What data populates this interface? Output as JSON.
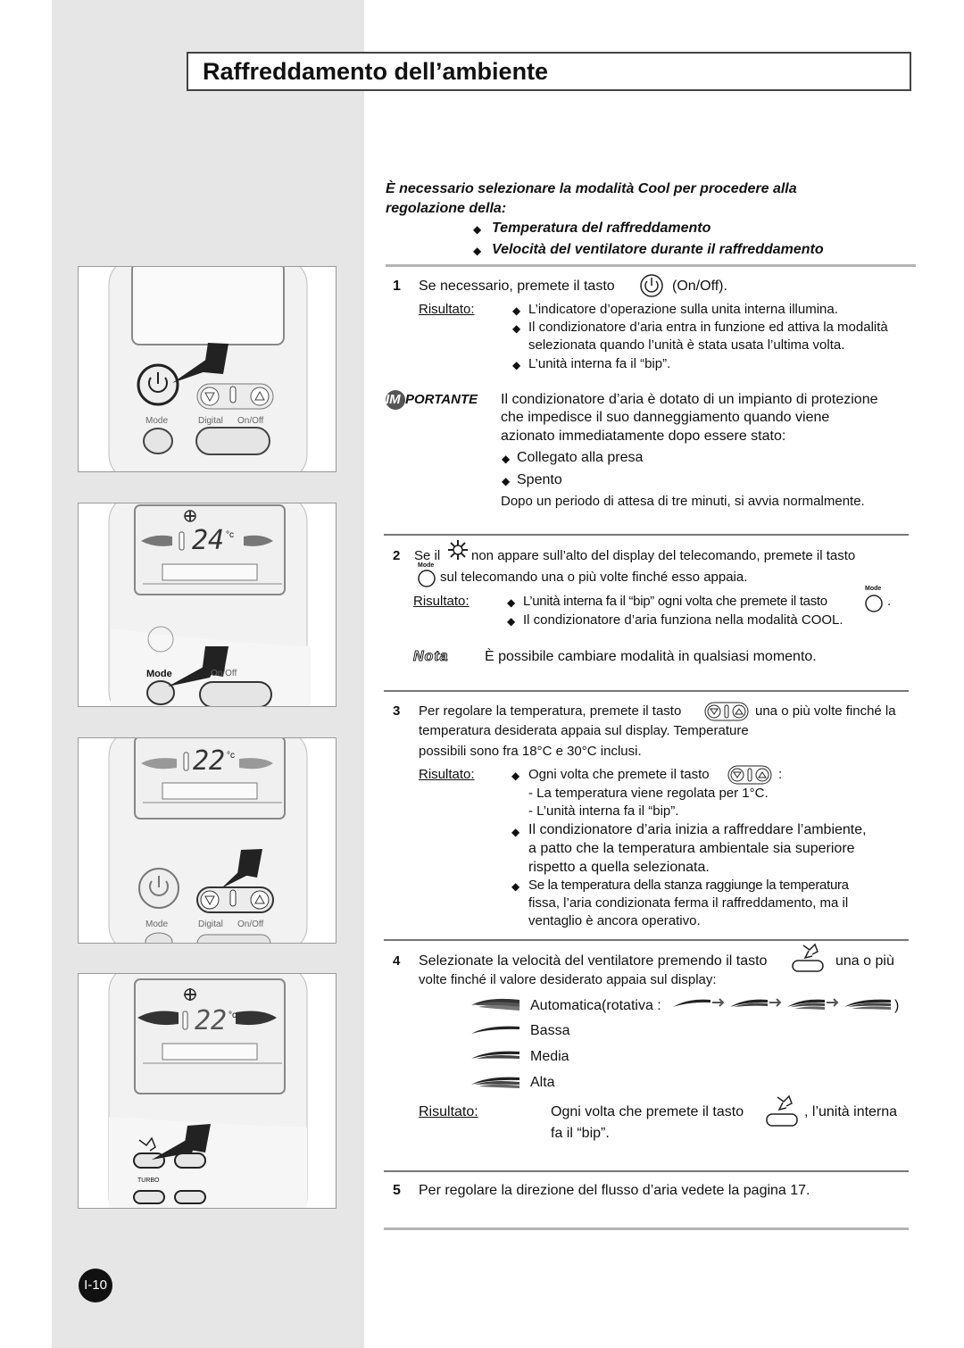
{
  "title": "Raffreddamento dell’ambiente",
  "intro": {
    "line1": "È necessario selezionare la modalità Cool per procedere alla",
    "line2": "regolazione della:",
    "bullets": [
      "Temperatura del raffreddamento",
      "Velocità del ventilatore durante il raffreddamento"
    ]
  },
  "steps": {
    "s1": {
      "num": "1",
      "text_a": "Se necessario, premete il tasto",
      "text_b": "(On/Off).",
      "result_label": "Risultato:",
      "results": [
        "L’indicatore d’operazione sulla unita interna illumina.",
        "Il condizionatore d’aria entra in funzione ed attiva la modalità",
        "selezionata quando l’unità è stata usata l’ultima volta.",
        "L’unità interna fa il “bip”."
      ]
    },
    "importante": {
      "badge_im": "IM",
      "badge_rest": "PORTANTE",
      "lines": [
        "Il condizionatore d’aria è dotato di un impianto di protezione",
        "che impedisce il suo danneggiamento quando viene",
        "azionato immediatamente dopo essere stato:"
      ],
      "items": [
        "Collegato alla presa",
        "Spento"
      ],
      "footer": "Dopo un periodo di attesa di tre minuti, si avvia normalmente."
    },
    "s2": {
      "num": "2",
      "text_a": "Se il",
      "text_b": "non appare sull’alto del display del telecomando, premete il tasto",
      "text_c": "sul telecomando una o più volte finché esso appaia.",
      "result_label": "Risultato:",
      "results": [
        "L’unità interna fa il “bip” ogni volta che premete il tasto",
        "Il condizionatore d’aria funziona nella modalità COOL."
      ],
      "nota_label": "Nota",
      "nota_text": "È possibile cambiare modalità in qualsiasi momento."
    },
    "s3": {
      "num": "3",
      "text_a": "Per regolare la temperatura, premete il tasto",
      "text_b": "una o più volte finché la",
      "text_c": "temperatura desiderata appaia sul display. Temperature",
      "text_d": "possibili sono fra 18°C e 30°C inclusi.",
      "result_label": "Risultato:",
      "r1": "Ogni volta che premete il tasto",
      "r1_end": ":",
      "r1_subs": [
        "- La temperatura viene regolata per 1°C.",
        "- L’unità interna fa il “bip”."
      ],
      "r2": [
        "Il condizionatore d’aria inizia a raffreddare l’ambiente,",
        "a patto che la temperatura ambientale sia superiore",
        "rispetto a quella selezionata."
      ],
      "r3": [
        "Se la temperatura della stanza raggiunge la temperatura",
        "fissa, l’aria condizionata ferma il raffreddamento, ma il",
        "ventaglio è ancora operativo."
      ]
    },
    "s4": {
      "num": "4",
      "text_a": "Selezionate la velocità del ventilatore premendo il tasto",
      "text_b": "una o più",
      "text_c": "volte finché il valore desiderato appaia sul display:",
      "speeds": [
        "Automatica(rotativa :",
        "Bassa",
        "Media",
        "Alta"
      ],
      "close_paren": ")",
      "result_label": "Risultato:",
      "result_a": "Ogni volta che premete il tasto",
      "result_b": ", l’unità interna",
      "result_c": "fa il “bip”."
    },
    "s5": {
      "num": "5",
      "text": "Per regolare la direzione del flusso d’aria vedete la pagina 17."
    }
  },
  "remote": {
    "mode_label": "Mode",
    "digital_label": "Digital",
    "onoff_label": "On/Off",
    "turbo_label": "TURBO",
    "display_24": "24",
    "display_22": "22",
    "degree_c": "°c"
  },
  "page_number": "I-10"
}
